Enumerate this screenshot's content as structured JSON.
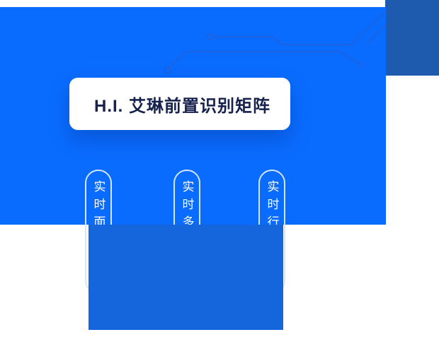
{
  "page": {
    "background_color": "#ffffff"
  },
  "hero": {
    "panel_color": "#0a6cff",
    "corner_panel_color": "#1e5aae",
    "bottom_panel_color": "#1566dc",
    "circuit_color": "#2b5cc8",
    "title_card": {
      "label": "H.I. 艾琳前置识别矩阵",
      "background_color": "#ffffff",
      "text_color": "#16224d"
    },
    "capsule_border_color": "#d3e6ff",
    "capsule_text_color": "#ffffff",
    "capsules": [
      {
        "label": "实时面"
      },
      {
        "label": "实时多"
      },
      {
        "label": "实时行"
      }
    ]
  }
}
